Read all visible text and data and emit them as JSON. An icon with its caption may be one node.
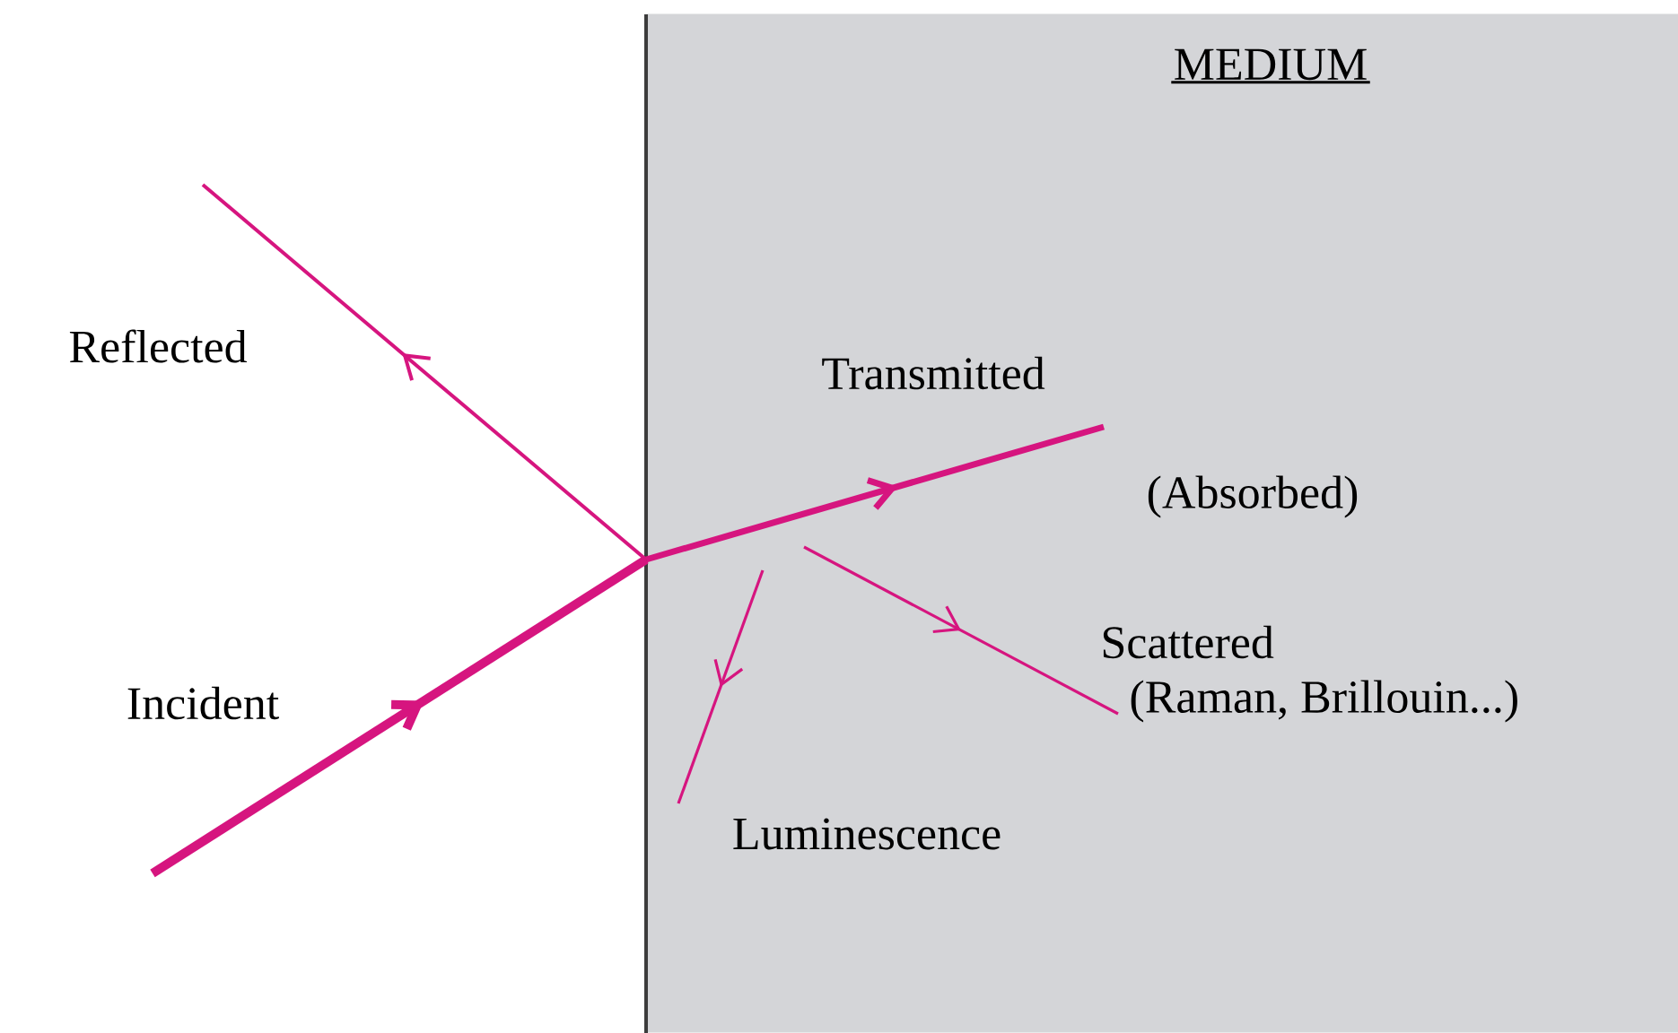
{
  "diagram": {
    "nodes": [
      {
        "text": [
          "MEDIUM"
        ]
      }
    ],
    "labels": [
      "Reflected",
      "Transmitted",
      "(Absorbed)",
      "Scattered",
      "Incident",
      "(Raman, Brillouin...)",
      "Luminescence"
    ]
  }
}
